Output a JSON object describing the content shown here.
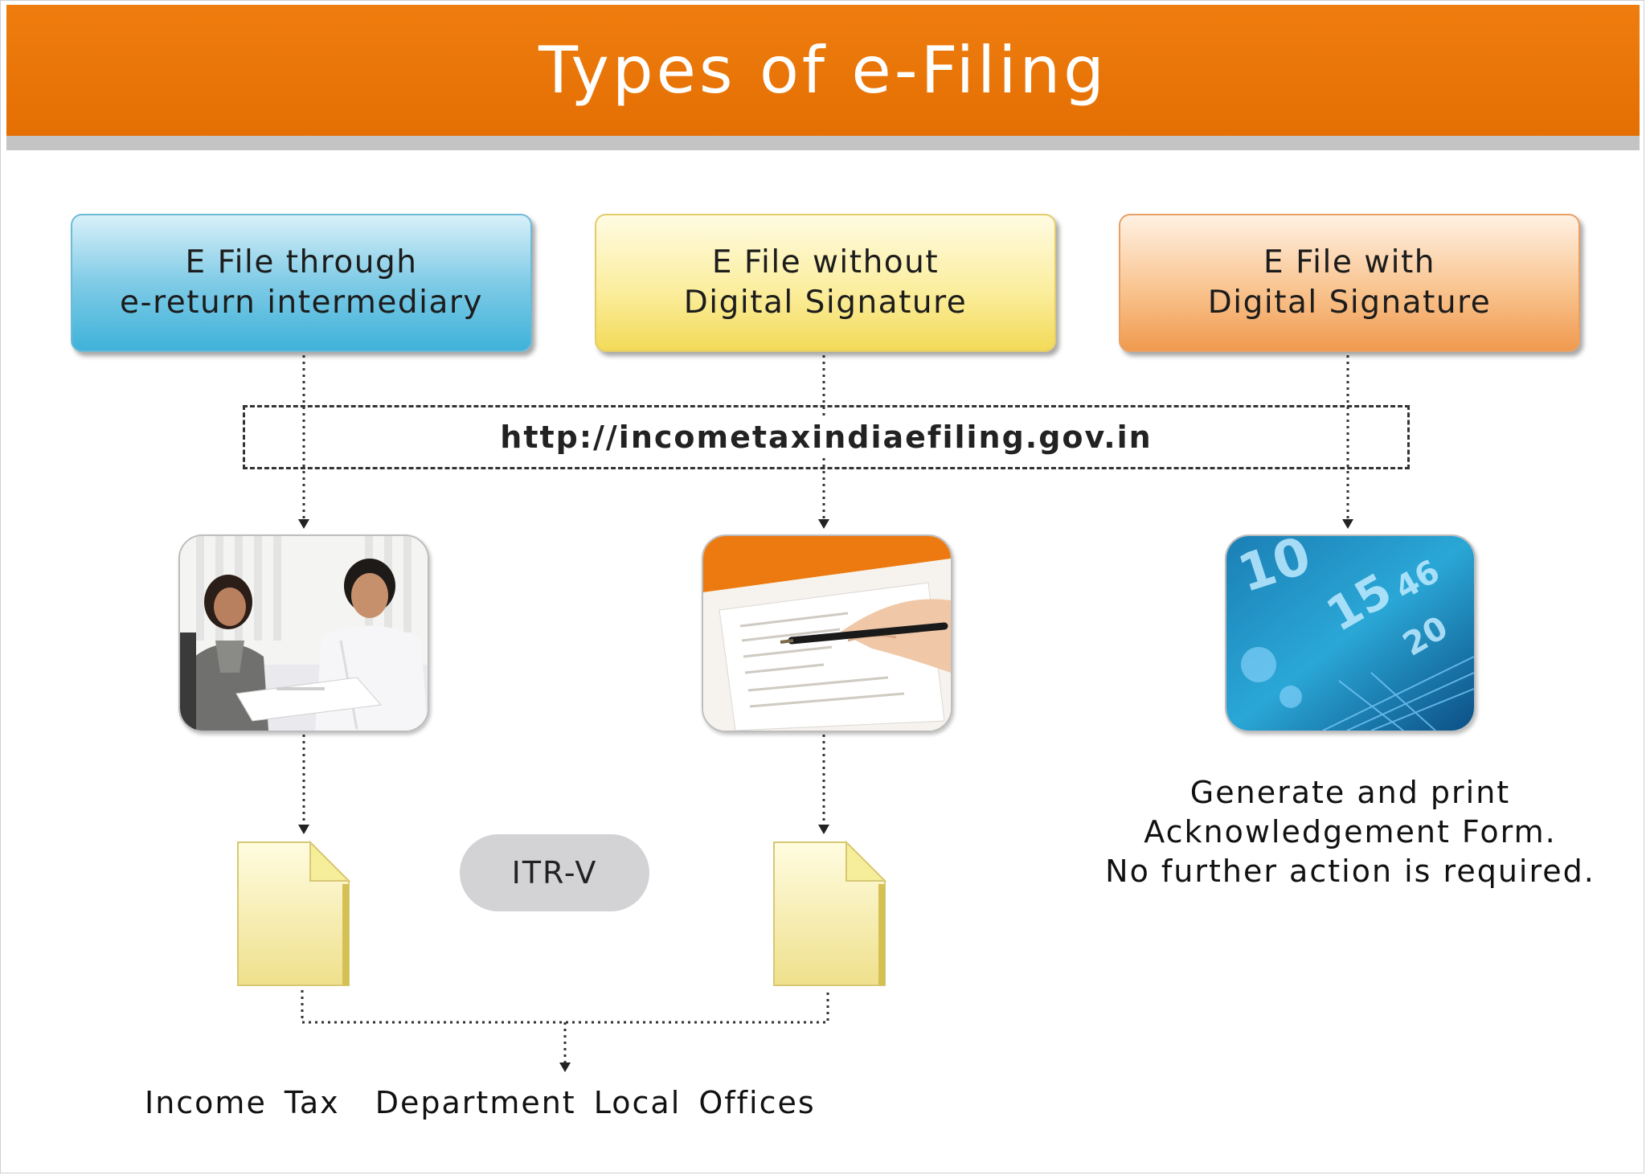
{
  "title": "Types of e-Filing",
  "colors": {
    "title_bar": "#e87305",
    "box_blue": "#5fc0e0",
    "box_yellow": "#f8e67f",
    "box_orange": "#f4ab67",
    "pill": "#d3d3d6"
  },
  "types": [
    {
      "label": "E File through\ne-return intermediary",
      "icon": "people-meeting-photo"
    },
    {
      "label": "E File without\nDigital Signature",
      "icon": "signing-document-photo"
    },
    {
      "label": "E File with\nDigital Signature",
      "icon": "digital-numbers-photo"
    }
  ],
  "url": "http://incometaxindiaefiling.gov.in",
  "itr_label": "ITR-V",
  "acknowledgement": "Generate and print\nAcknowledgement Form.\nNo further action is required.",
  "destination": "Income Tax  Department Local Offices"
}
